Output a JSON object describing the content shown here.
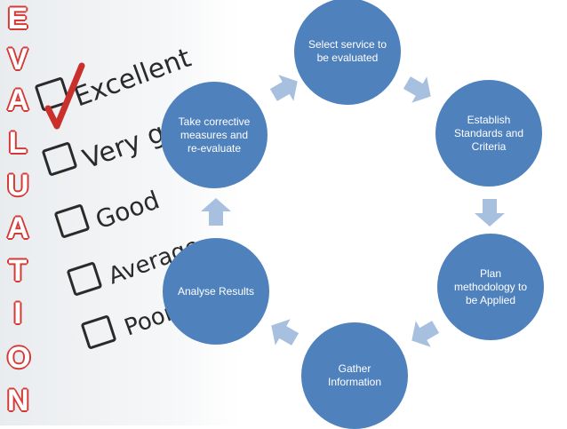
{
  "title_letters": [
    "E",
    "V",
    "A",
    "L",
    "U",
    "A",
    "T",
    "I",
    "O",
    "N"
  ],
  "checklist": {
    "items": [
      "Excellent",
      "Very good",
      "Good",
      "Average",
      "Poor"
    ],
    "checked_index": 0
  },
  "cycle": {
    "nodes": [
      {
        "id": "select",
        "label": "Select service to be evaluated"
      },
      {
        "id": "establish",
        "label": "Establish Standards and Criteria"
      },
      {
        "id": "plan",
        "label": "Plan methodology to be Applied"
      },
      {
        "id": "gather",
        "label": "Gather Information"
      },
      {
        "id": "analyse",
        "label": "Analyse Results"
      },
      {
        "id": "corrective",
        "label": "Take corrective measures and re-evaluate"
      }
    ]
  },
  "colors": {
    "node_fill": "#4f81bd",
    "arrow_fill": "#a7c0df",
    "letter_stroke": "#d43a36",
    "check_red": "#c9302c",
    "checklist_ink": "#2a2a2a"
  }
}
